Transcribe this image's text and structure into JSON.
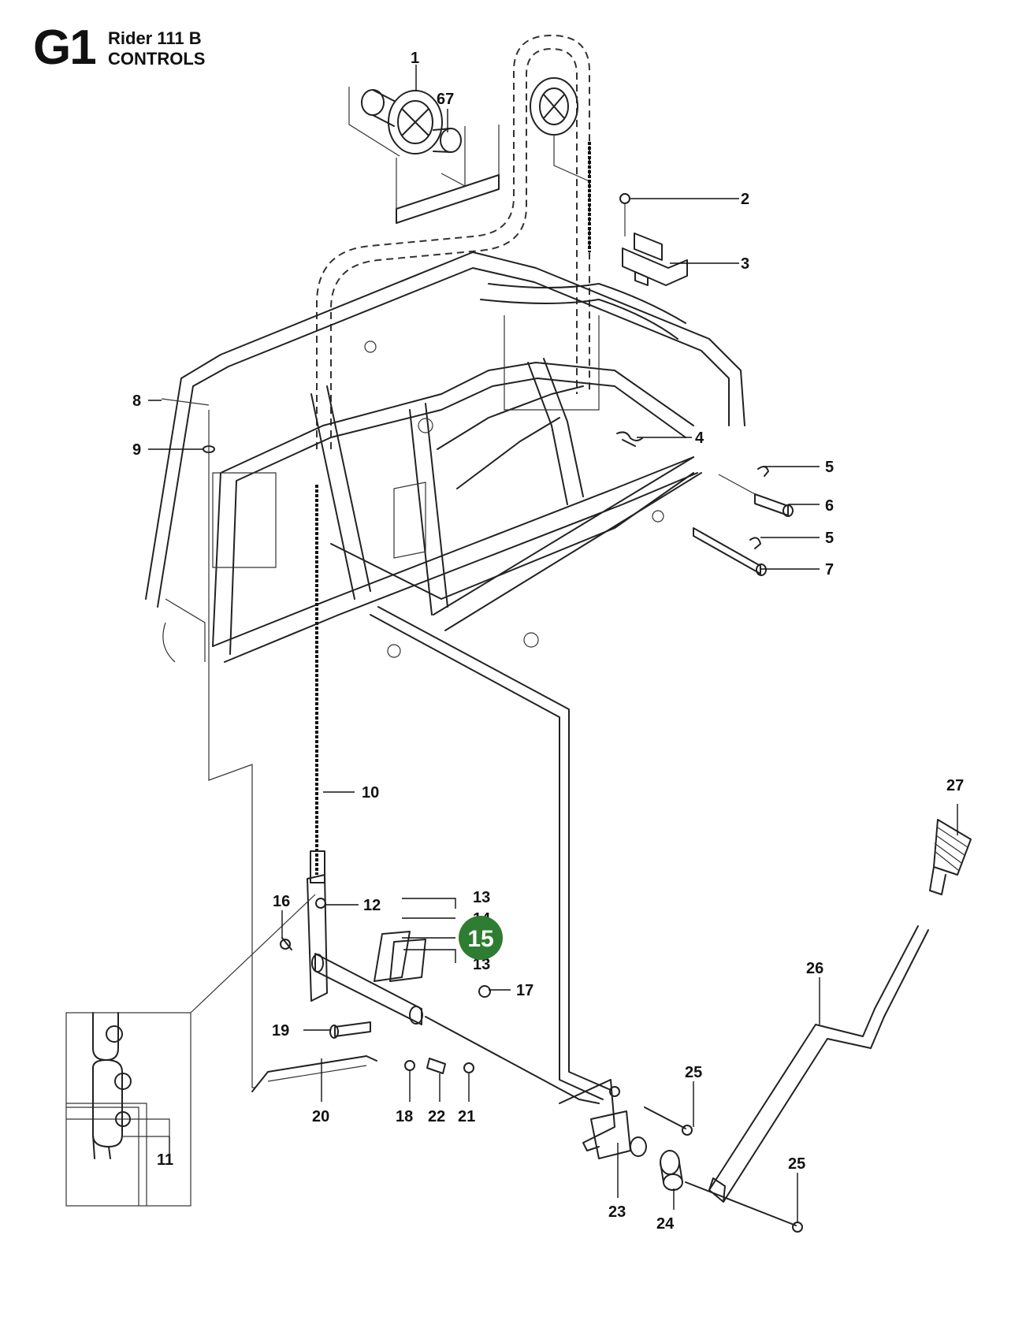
{
  "header": {
    "page_code": "G1",
    "model": "Rider 111 B",
    "section": "CONTROLS"
  },
  "highlight": {
    "label": "15",
    "color": "#2e7d32"
  },
  "callouts": {
    "c1": "1",
    "c67": "67",
    "c2": "2",
    "c3": "3",
    "c4": "4",
    "c5a": "5",
    "c6": "6",
    "c5b": "5",
    "c7": "7",
    "c8": "8",
    "c9": "9",
    "c10": "10",
    "c11": "11",
    "c12": "12",
    "c13a": "13",
    "c14": "14",
    "c13b": "13",
    "c16": "16",
    "c17": "17",
    "c19": "19",
    "c20": "20",
    "c18": "18",
    "c22": "22",
    "c21": "21",
    "c23": "23",
    "c24": "24",
    "c25a": "25",
    "c25b": "25",
    "c26": "26",
    "c27": "27"
  }
}
